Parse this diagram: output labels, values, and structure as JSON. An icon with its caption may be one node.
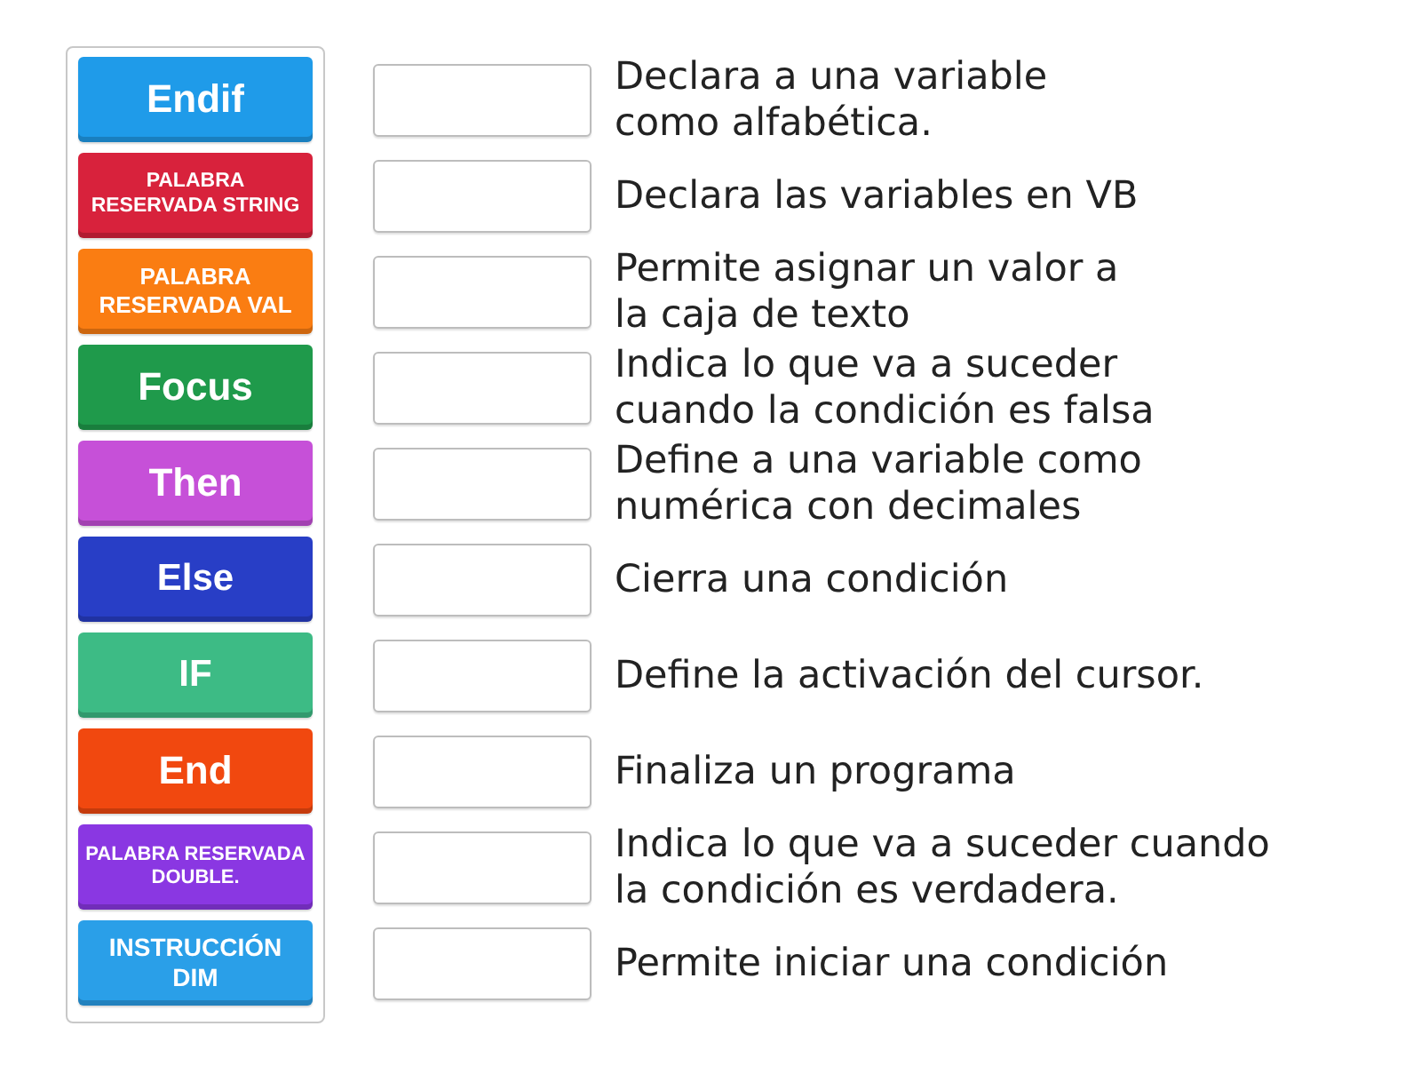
{
  "diagram": {
    "nodes": [
      {
        "text": [],
        "shape": "box"
      },
      {
        "text": [
          "Endif"
        ],
        "in": 0
      },
      {
        "text": [
          "PALABRA RESERVADA STRING"
        ],
        "in": 0
      },
      {
        "text": [
          "PALABRA RESERVADA VAL"
        ],
        "in": 0
      },
      {
        "text": [
          "Focus"
        ],
        "in": 0
      },
      {
        "text": [
          "Then"
        ],
        "in": 0
      },
      {
        "text": [
          "Else"
        ],
        "in": 0
      },
      {
        "text": [
          "IF"
        ],
        "in": 0
      },
      {
        "text": [
          "End"
        ],
        "in": 0
      },
      {
        "text": [
          "PALABRA RESERVADA DOUBLE."
        ],
        "in": 0
      },
      {
        "text": [
          "INSTRUCCIÓN DIM"
        ],
        "in": 0
      },
      {
        "text": [],
        "shape": "box",
        "beside": [
          "Declara a una variable como alfabética."
        ]
      },
      {
        "text": [],
        "shape": "box",
        "beside": [
          "Declara las variables en VB"
        ]
      },
      {
        "text": [],
        "shape": "box",
        "beside": [
          "Permite asignar un valor a la caja de texto"
        ]
      },
      {
        "text": [],
        "shape": "box",
        "beside": [
          "Indica lo que va a suceder cuando la condición es falsa"
        ]
      },
      {
        "text": [],
        "shape": "box",
        "beside": [
          "Define a una variable como numérica con decimales"
        ]
      },
      {
        "text": [],
        "shape": "box",
        "beside": [
          "Cierra una condición"
        ]
      },
      {
        "text": [],
        "shape": "box",
        "beside": [
          "Define la activación del cursor."
        ]
      },
      {
        "text": [],
        "shape": "box",
        "beside": [
          "Finaliza un programa"
        ]
      },
      {
        "text": [],
        "shape": "box",
        "beside": [
          "Indica lo que va a suceder cuando la condición es verdadera."
        ]
      },
      {
        "text": [],
        "shape": "box",
        "beside": [
          "Permite iniciar una condición"
        ]
      }
    ]
  }
}
